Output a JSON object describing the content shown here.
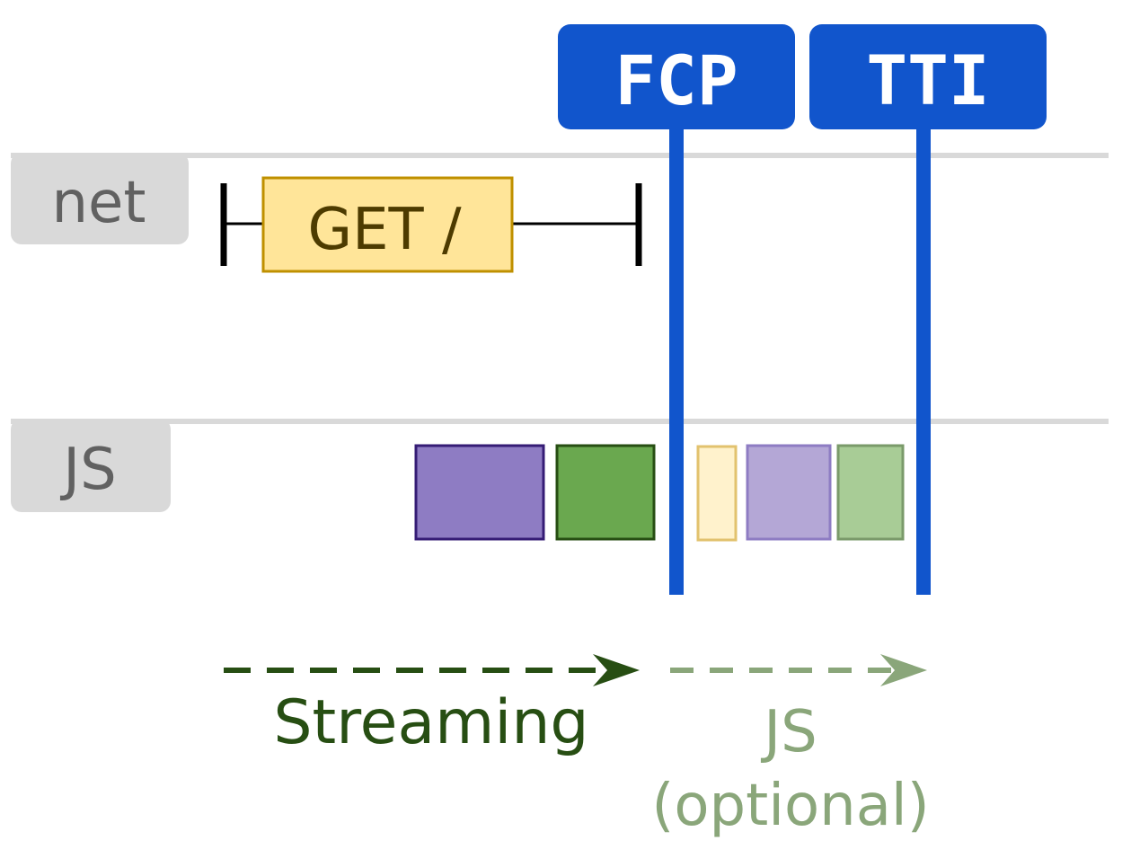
{
  "colors": {
    "track_bg": "#d9d9d9",
    "track_label": "#616161",
    "marker_blue": "#1155cc",
    "request_fill": "#ffe599",
    "request_stroke": "#bf9000",
    "request_text": "#4d3b00",
    "streaming_green": "#274e13",
    "js_optional_green": "#8aa67a",
    "js_purple_fill": "#8e7cc3",
    "js_purple_stroke": "#351c75",
    "js_green_fill": "#6aa84f",
    "js_green_stroke": "#274e13",
    "js_light_yellow_fill": "#fff2cc",
    "js_light_yellow_stroke": "#e2c26e",
    "js_light_purple_fill": "#b4a7d6",
    "js_light_purple_stroke": "#8e7cc3",
    "js_light_green_fill": "#a8cc96",
    "js_light_green_stroke": "#7a9a6a"
  },
  "tracks": {
    "net": "net",
    "js": "JS"
  },
  "markers": {
    "fcp": "FCP",
    "tti": "TTI"
  },
  "request": {
    "label": "GET /"
  },
  "phases": {
    "streaming": "Streaming",
    "js_line1": "JS",
    "js_line2": "(optional)"
  }
}
